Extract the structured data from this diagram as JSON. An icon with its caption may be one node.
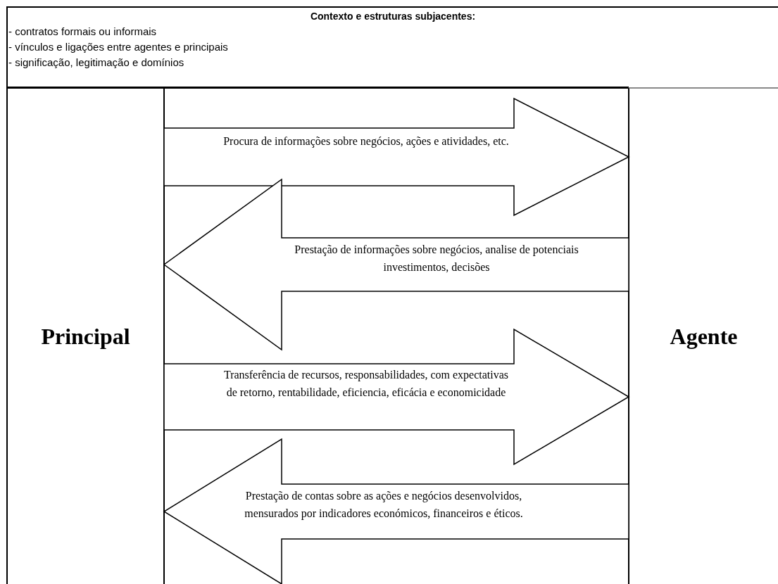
{
  "diagram": {
    "nodes": [
      {
        "text": [
          "Contexto e estruturas subjacentes:",
          "- contratos formais ou informais",
          "- vínculos e ligações entre agentes e principais",
          "- significação, legitimação e domínios"
        ]
      },
      {
        "text": [
          "Principal"
        ]
      },
      {
        "text": [
          "Agente"
        ]
      }
    ],
    "edges": [
      {
        "from": 1,
        "to": 2,
        "arrow": "to",
        "label": "Procura de informações sobre negócios, ações e atividades, etc."
      },
      {
        "from": 2,
        "to": 1,
        "arrow": "to",
        "label": "Prestação de informações sobre negócios, analise de potenciais investimentos, decisões"
      },
      {
        "from": 1,
        "to": 2,
        "arrow": "to",
        "label": "Transferência de recursos, responsabilidades, com expectativas de retorno, rentabilidade, eficiencia, eficácia e economicidade"
      },
      {
        "from": 2,
        "to": 1,
        "arrow": "to",
        "label": "Prestação de contas sobre as ações e negócios desenvolvidos, mensurados por indicadores económicos, financeiros e éticos."
      }
    ]
  }
}
